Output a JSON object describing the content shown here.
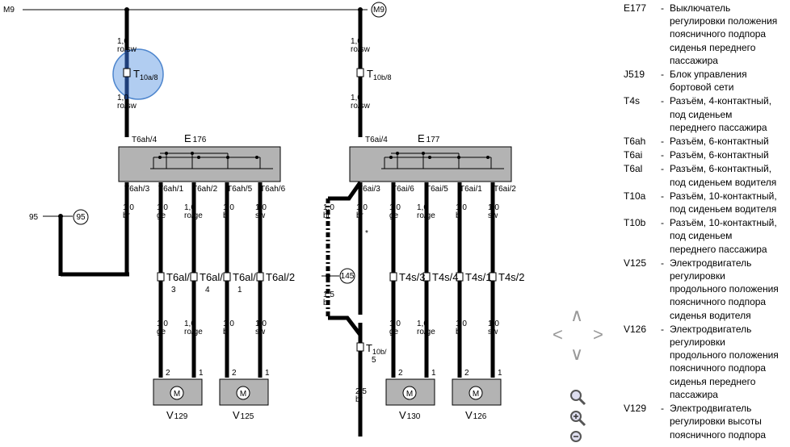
{
  "diagram": {
    "left_ground": "M9",
    "middle_ground_ref": "M9",
    "wire_ro_sw": "1,0\nro/sw",
    "conn_t10a8_main": "T",
    "conn_t10a8_sub": "10a/8",
    "conn_t10b8_main": "T",
    "conn_t10b8_sub": "10b/8",
    "e176_main": "E",
    "e176_sub": "176",
    "e177_main": "E",
    "e177_sub": "177",
    "t6ah4": "T6ah/4",
    "t6ai4": "T6ai/4",
    "left_pins": [
      "T6ah/3",
      "T6ah/1",
      "T6ah/2",
      "T6ah/5",
      "T6ah/6"
    ],
    "right_pins": [
      "T6ai/3",
      "T6ai/6",
      "T6ai/5",
      "T6ai/1",
      "T6ai/2"
    ],
    "left_wires": [
      "1,0\nbr",
      "1,0\nge",
      "1,0\nro/ge",
      "1,0\nbl",
      "1,0\nsw"
    ],
    "right_wires": [
      "1,0\nbr",
      "1,0\nbr",
      "1,0\nge",
      "1,0\nro/ge",
      "1,0\nbl",
      "1,0\nsw"
    ],
    "ref_95": "95",
    "ref_95_circle": "95",
    "ref_145": "145",
    "wire_15_br": "1,5\nbr",
    "wire_25_br": "2,5\nbr",
    "asterisk": "*",
    "left_conns": [
      {
        "main": "T6al/",
        "sub": "3"
      },
      {
        "main": "T6al/",
        "sub": "4"
      },
      {
        "main": "T6al/",
        "sub": "1"
      },
      {
        "main": "T6al/2",
        "sub": ""
      }
    ],
    "right_conns": [
      "T4s/3",
      "T4s/4",
      "T4s/1",
      "T4s/2"
    ],
    "conn_t10b5_main": "T",
    "conn_t10b5_sub": "10b/",
    "conn_t10b5_sub2": "5",
    "left_lower_wires": [
      "1,0\nge",
      "1,0\nro/ge",
      "1,0\nbl",
      "1,0\nsw"
    ],
    "right_lower_wires": [
      "1,0\nge",
      "1,0\nro/ge",
      "1,0\nbl",
      "1,0\nsw"
    ],
    "motor_pins": [
      "2",
      "1"
    ],
    "motor_symbol": "M",
    "motors": [
      {
        "main": "V",
        "sub": "129"
      },
      {
        "main": "V",
        "sub": "125"
      },
      {
        "main": "V",
        "sub": "130"
      },
      {
        "main": "V",
        "sub": "126"
      }
    ]
  },
  "legend": [
    {
      "code": "E177",
      "desc": "Выключатель\nрегулировки положения\nпоясничного подпора\nсиденья переднего\nпассажира"
    },
    {
      "code": "J519",
      "desc": "Блок управления\nбортовой сети"
    },
    {
      "code": "T4s",
      "desc": "Разъём, 4-контактный,\nпод сиденьем\nпереднего пассажира"
    },
    {
      "code": "T6ah",
      "desc": "Разъём, 6-контактный"
    },
    {
      "code": "T6ai",
      "desc": "Разъём, 6-контактный"
    },
    {
      "code": "T6al",
      "desc": "Разъём, 6-контактный,\nпод сиденьем водителя"
    },
    {
      "code": "T10a",
      "desc": "Разъём, 10-контактный,\nпод сиденьем водителя"
    },
    {
      "code": "T10b",
      "desc": "Разъём, 10-контактный,\nпод сиденьем\nпереднего пассажира"
    },
    {
      "code": "V125",
      "desc": "Электродвигатель\nрегулировки\nпродольного положения\nпоясничного подпора\nсиденья водителя"
    },
    {
      "code": "V126",
      "desc": "Электродвигатель\nрегулировки\nпродольного положения\nпоясничного подпора\nсиденья переднего\nпассажира"
    },
    {
      "code": "V129",
      "desc": "Электродвигатель\nрегулировки высоты\nпоясничного подпора"
    }
  ],
  "legend_dash": "-",
  "colors": {
    "highlight": "#a9c8f0",
    "highlight_border": "#3a78c8",
    "box": "#b3b3b3",
    "nav": "#9e9e9e"
  }
}
